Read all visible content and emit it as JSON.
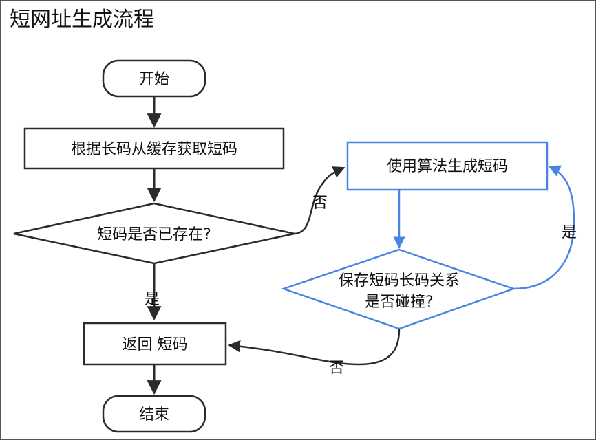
{
  "title": "短网址生成流程",
  "colors": {
    "primary_stroke": "#2b2b2b",
    "accent_stroke": "#4a83e6",
    "text": "#111111",
    "background": "#ffffff",
    "frame": "#555555"
  },
  "nodes": {
    "start": "开始",
    "lookup": "根据长码从缓存获取短码",
    "exists_decision": "短码是否已存在?",
    "generate": "使用算法生成短码",
    "collision_decision_line1": "保存短码长码关系",
    "collision_decision_line2": "是否碰撞?",
    "return_code": "返回 短码",
    "end": "结束"
  },
  "edge_labels": {
    "exists_no": "否",
    "exists_yes": "是",
    "collision_yes": "是",
    "collision_no": "否"
  }
}
